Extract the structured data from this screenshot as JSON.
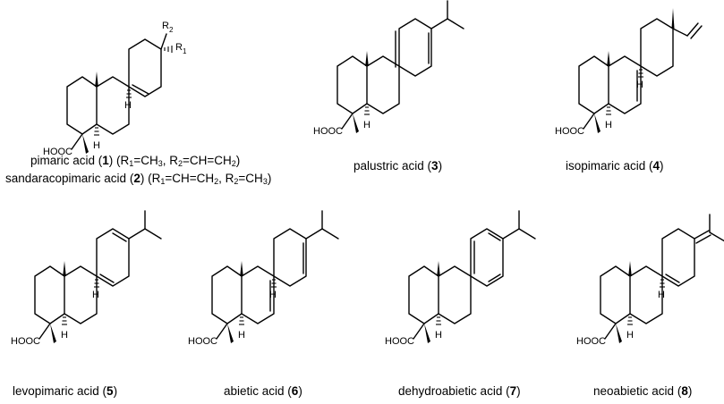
{
  "atom_labels": {
    "cooh": "HOOC",
    "h": "H",
    "r1": "R",
    "r2": "R",
    "r1_sub": "1",
    "r2_sub": "2"
  },
  "compounds": [
    {
      "id": "1",
      "name": "pimaric acid",
      "detail_pre": "R",
      "detail_a": "1",
      "detail_b": "=CH",
      "detail_c": "3",
      "detail_d": ", R",
      "detail_e": "2",
      "detail_f": "=CH=CH",
      "detail_g": "2"
    },
    {
      "id": "2",
      "name": "sandaracopimaric acid",
      "detail_pre": "R",
      "detail_a": "1",
      "detail_b": "=CH=CH",
      "detail_c": "2",
      "detail_d": ", R",
      "detail_e": "2",
      "detail_f": "=CH",
      "detail_g": "3"
    },
    {
      "id": "3",
      "name": "palustric acid"
    },
    {
      "id": "4",
      "name": "isopimaric acid"
    },
    {
      "id": "5",
      "name": "levopimaric acid"
    },
    {
      "id": "6",
      "name": "abietic acid"
    },
    {
      "id": "7",
      "name": "dehydroabietic acid"
    },
    {
      "id": "8",
      "name": "neoabietic acid"
    }
  ]
}
